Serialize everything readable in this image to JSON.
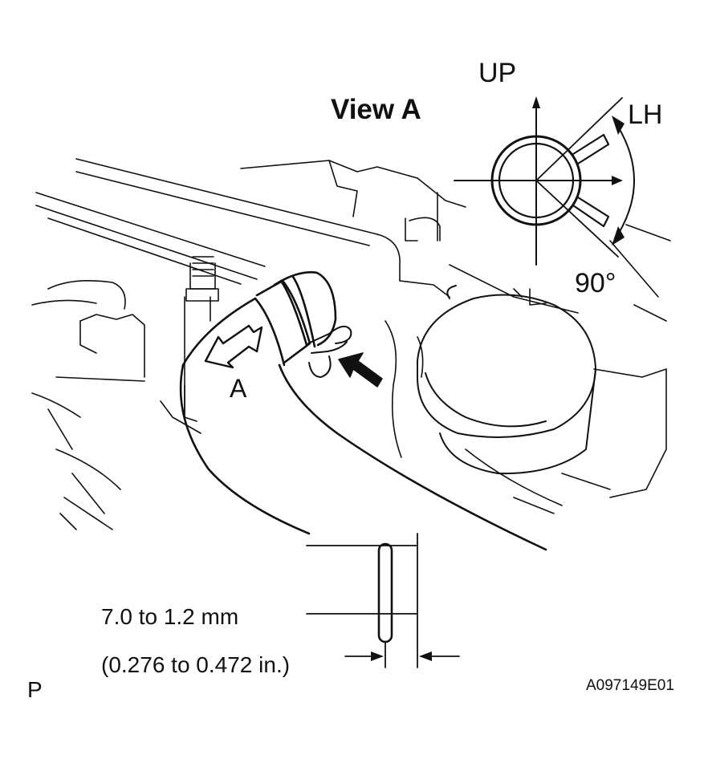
{
  "view": {
    "title": "View A",
    "up_label": "UP",
    "lh_label": "LH",
    "angle_label": "90°"
  },
  "main": {
    "view_marker": "A"
  },
  "dimension": {
    "value_mm": "7.0 to 1.2 mm",
    "value_in": "(0.276 to 0.472 in.)"
  },
  "footer": {
    "corner_mark": "P",
    "figure_code": "A097149E01"
  },
  "colors": {
    "ink": "#111111",
    "paper": "#ffffff"
  }
}
